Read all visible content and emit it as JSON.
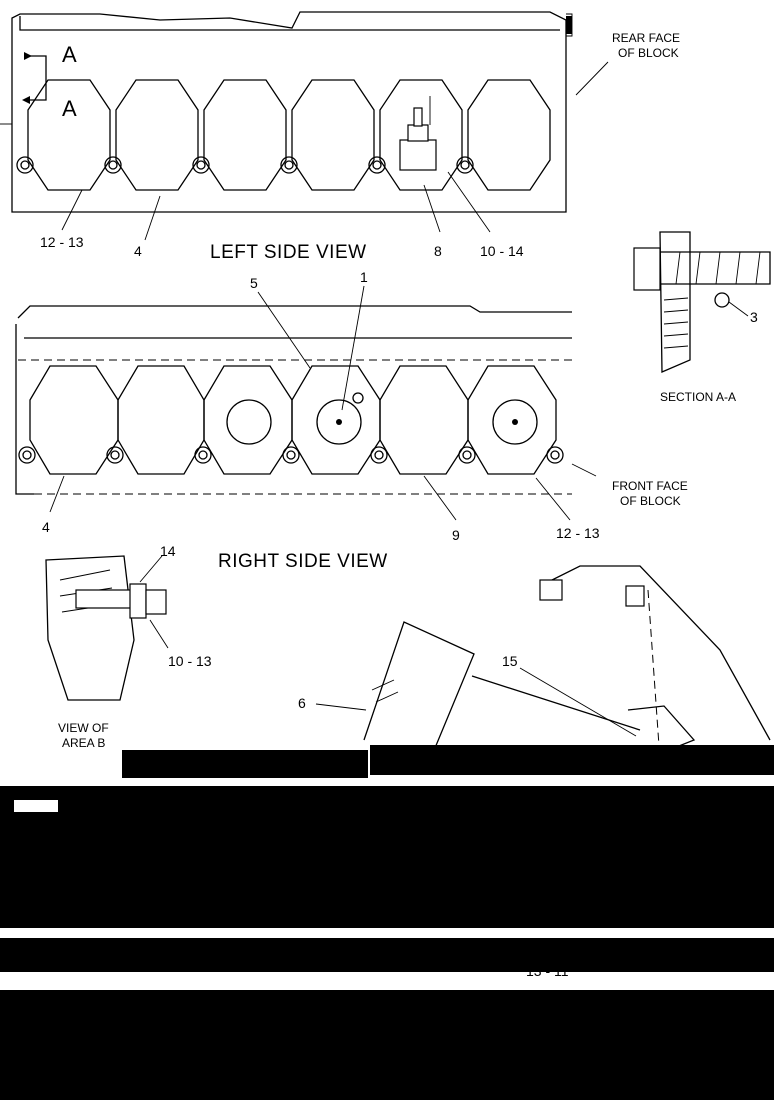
{
  "views": {
    "left_side": "LEFT SIDE VIEW",
    "right_side": "RIGHT SIDE VIEW",
    "section_aa": "SECTION  A-A",
    "area_b_line1": "VIEW OF",
    "area_b_line2": "AREA  B"
  },
  "notes": {
    "rear_face_1": "REAR FACE",
    "rear_face_2": "OF BLOCK",
    "front_face_1": "FRONT FACE",
    "front_face_2": "OF BLOCK"
  },
  "section_marker": {
    "letter": "A"
  },
  "callouts": {
    "c1": "1",
    "c3": "3",
    "c4": "4",
    "c5": "5",
    "c6": "6",
    "c8": "8",
    "c9": "9",
    "c12_13": "12 - 13",
    "c10_14": "10 - 14",
    "c10_13": "10 - 13",
    "c14": "14",
    "c15": "15",
    "c13_11": "13 - 11"
  }
}
